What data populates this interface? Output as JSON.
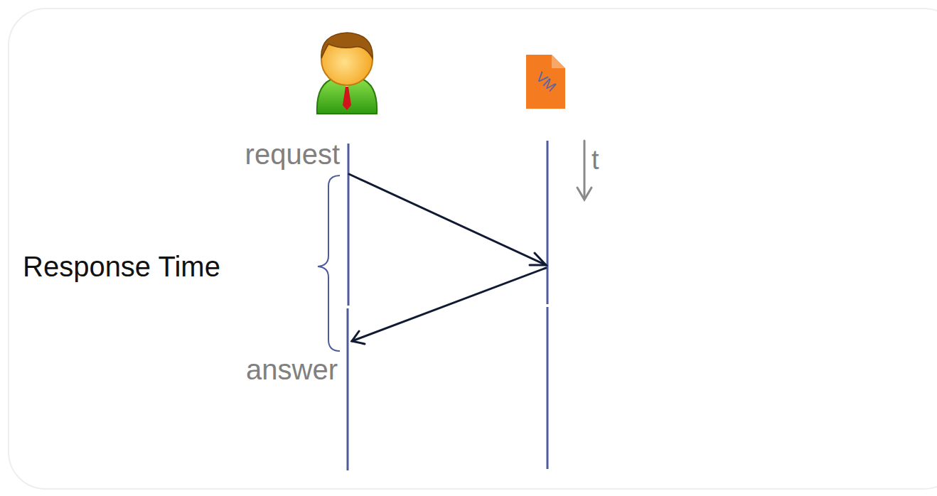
{
  "diagram": {
    "nodes": [
      {
        "text": [
          "VM"
        ]
      }
    ],
    "labels": [
      "request",
      "t",
      "Response Time",
      "answer"
    ]
  }
}
